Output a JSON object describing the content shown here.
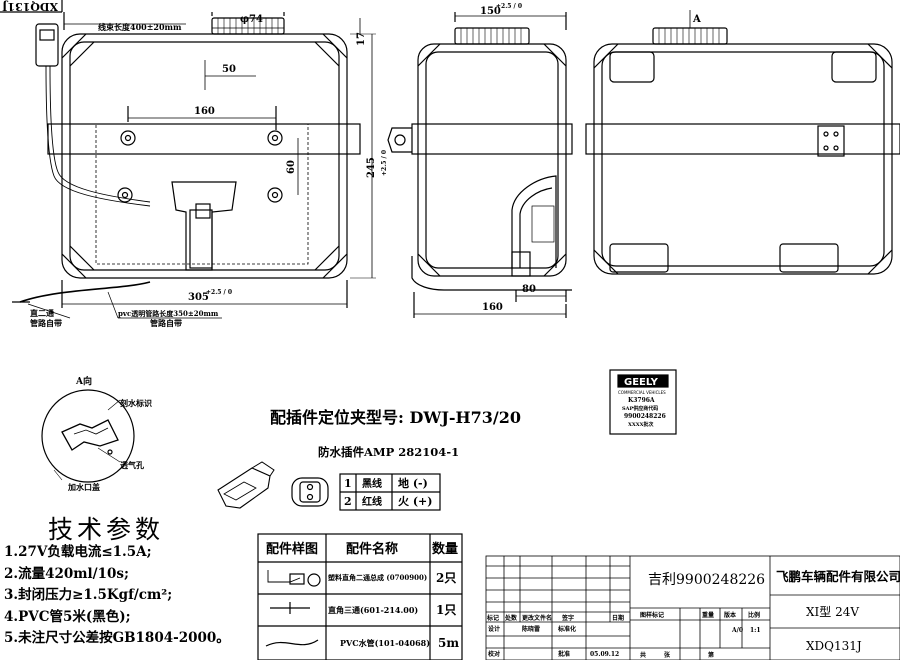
{
  "corner_tag": "XDQ131J",
  "dims": {
    "wire_harness_len": "线束长度400±20mm",
    "phi74": "φ74",
    "d17": "17",
    "d50": "50",
    "d160a": "160",
    "d60": "60",
    "d245": "245",
    "d245_tol": "+2.5 / 0",
    "d305": "305",
    "d305_tol": "+2.5 / 0",
    "d150": "150",
    "d150_tol": "+2.5 / 0",
    "d80": "80",
    "d160b": "160",
    "view_a_mark": "A",
    "pvc_tube_len": "pvc透明管路长度350±20mm",
    "hose_label1": "直二通",
    "hose_label2": "管路自带",
    "hose_label3": "管路自带"
  },
  "view_a": {
    "title": "A向",
    "label_brand": "刻水标识",
    "label_vent": "透气孔",
    "label_cap": "加水口盖"
  },
  "label_tag": {
    "brand": "GEELY",
    "sub": "COMMERCIAL VEHICLES",
    "l1": "K3796A",
    "l2": "SAP供应商代码",
    "l3": "9900248226",
    "l4": "XXXX批次"
  },
  "connector": {
    "title": "配插件定位夹型号: DWJ-H73/20",
    "subtitle": "防水插件AMP 282104-1",
    "pins": [
      {
        "no": "1",
        "wire": "黑线",
        "func": "地 (-)"
      },
      {
        "no": "2",
        "wire": "红线",
        "func": "火 (+)"
      }
    ]
  },
  "tech": {
    "title": "技术参数",
    "items": [
      "1.27V负载电流≤1.5A;",
      "2.流量420ml/10s;",
      "3.封闭压力≥1.5Kgf/cm²;",
      "4.PVC管5米(黑色);",
      "5.未注尺寸公差按GB1804-2000。"
    ]
  },
  "parts_table": {
    "headers": [
      "配件样图",
      "配件名称",
      "数量"
    ],
    "rows": [
      {
        "name": "塑料直角二通总成 (0700900)",
        "qty": "2只"
      },
      {
        "name": "直角三通(601-214.00)",
        "qty": "1只"
      },
      {
        "name": "PVC水管(101-04068)",
        "qty": "5m"
      }
    ]
  },
  "title_block": {
    "customer_code": "吉利9900248226",
    "company": "飞鹏车辆配件有限公司",
    "model": "XI型 24V",
    "drawing_no": "XDQ131J",
    "scale_label": "1:1",
    "stage": "A/0",
    "labels": {
      "mark": "标记",
      "count": "处数",
      "change_doc": "更改文件名",
      "sign": "签字",
      "date": "日期",
      "design": "设计",
      "designer": "陈晓雷",
      "standard": "标准化",
      "check": "校对",
      "approve": "批准",
      "graphic_mark": "图样标记",
      "weight": "重量",
      "ratio": "比例",
      "version": "版本",
      "total": "共",
      "page": "张",
      "sheet": "第",
      "date_value": "05.09.12"
    }
  }
}
